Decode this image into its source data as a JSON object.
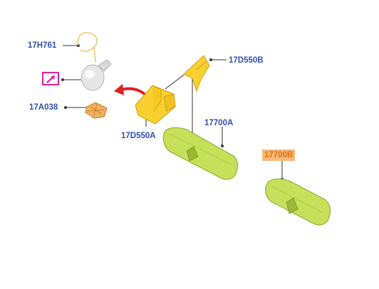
{
  "callouts": [
    {
      "id": "17H761",
      "label": "17H761"
    },
    {
      "id": "17D550B",
      "label": "17D550B"
    },
    {
      "id": "17A038",
      "label": "17A038"
    },
    {
      "id": "17D550A",
      "label": "17D550A"
    },
    {
      "id": "17700A",
      "label": "17700A"
    },
    {
      "id": "17700B",
      "label": "17700B",
      "highlighted": true
    }
  ],
  "colors": {
    "callout_text": "#2f4fb0",
    "highlight_bg": "#f5b976",
    "highlight_text": "#e07010",
    "mirror_green": "#c6e05a",
    "bracket_yellow": "#f8d030",
    "arrow_red": "#e02020",
    "link_box": "#e020a0"
  },
  "icons": [
    "external-link-icon",
    "red-curved-arrow-icon"
  ]
}
